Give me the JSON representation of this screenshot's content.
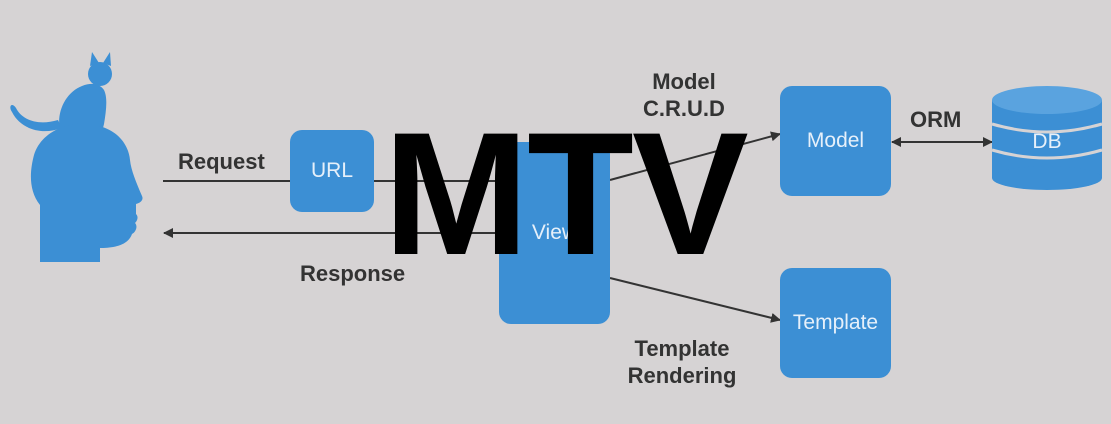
{
  "title": "MTV",
  "nodes": {
    "url": "URL",
    "view": "View",
    "model": "Model",
    "template": "Template",
    "db": "DB"
  },
  "labels": {
    "request": "Request",
    "response": "Response",
    "model_crud_line1": "Model",
    "model_crud_line2": "C.R.U.D",
    "orm": "ORM",
    "template_rendering_line1": "Template",
    "template_rendering_line2": "Rendering"
  },
  "icons": {
    "user": "user-head-with-cat-icon",
    "database": "database-cylinder-icon"
  },
  "colors": {
    "background": "#d6d3d4",
    "box": "#3c8fd4",
    "box_text": "#e6f0fa",
    "label": "#333333",
    "title": "#000000"
  }
}
